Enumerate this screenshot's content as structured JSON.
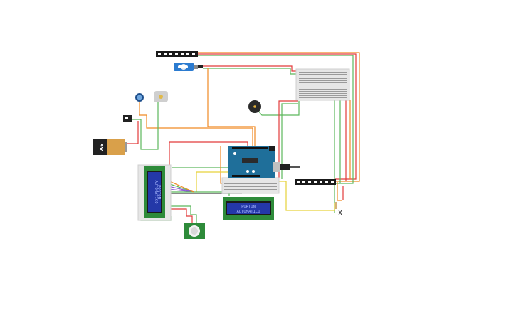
{
  "battery": {
    "label": "9V"
  },
  "lcd_main": {
    "line1": "PORTON",
    "line2": "AUTOMATICO"
  },
  "lcd_side": {
    "line1": "PORTON",
    "line2": "AUTOMATICO"
  },
  "colors": {
    "wire_orange": "#f08a24",
    "wire_red": "#e23b3b",
    "wire_green": "#5cb85c",
    "wire_yellow": "#e6d23a",
    "wire_purple": "#8e5bd6",
    "arduino": "#1f6f9a",
    "lcd_board": "#2e8b3a",
    "lcd_screen": "#2438a8"
  }
}
